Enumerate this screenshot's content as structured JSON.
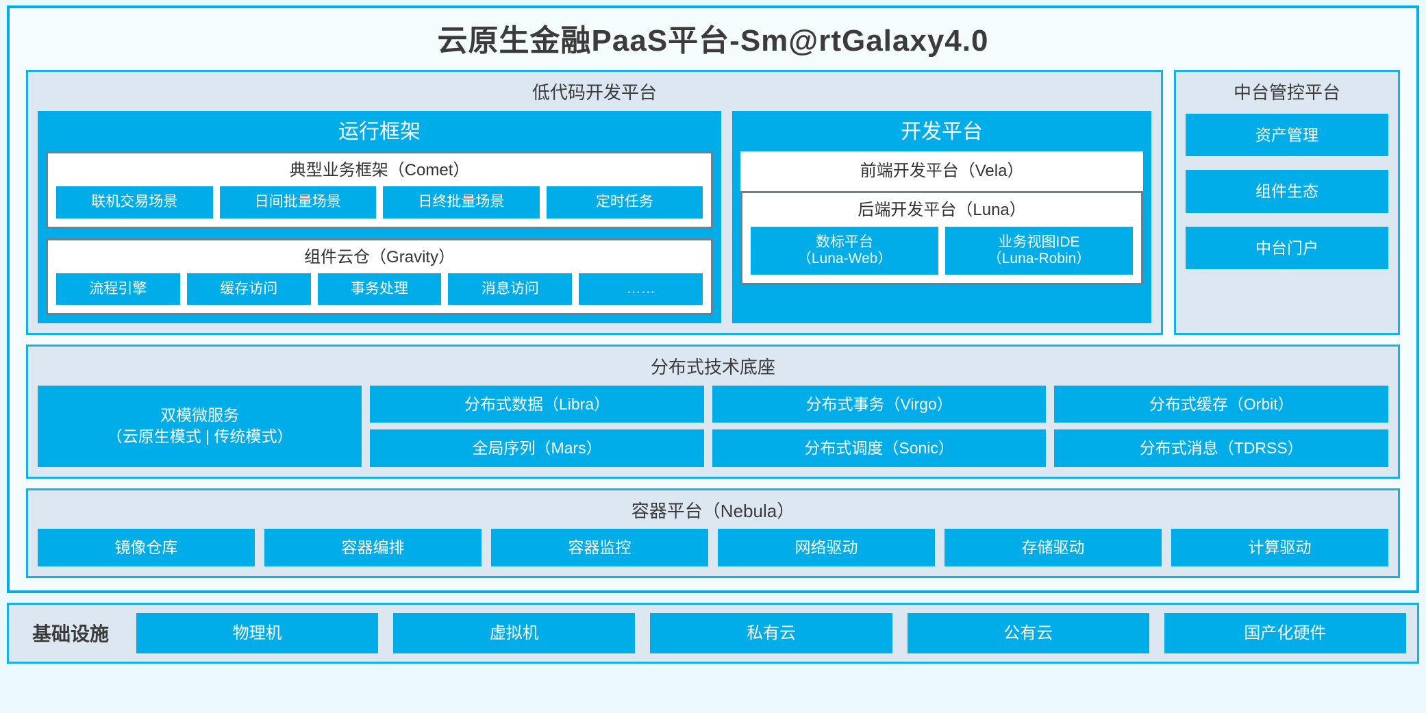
{
  "title": "云原生金融PaaS平台-Sm@rtGalaxy4.0",
  "colors": {
    "accent": "#00ade8",
    "panel_border": "#17b1ea",
    "panel_bg": "#dde7f2",
    "group_border": "#6f7f90",
    "page_bg": "#ebf8fc",
    "card_bg": "#f5fcfe",
    "text": "#333333"
  },
  "lowcode": {
    "title": "低代码开发平台",
    "runtime": {
      "title": "运行框架",
      "comet": {
        "title": "典型业务框架（Comet）",
        "items": [
          "联机交易场景",
          "日间批量场景",
          "日终批量场景",
          "定时任务"
        ]
      },
      "gravity": {
        "title": "组件云仓（Gravity）",
        "items": [
          "流程引擎",
          "缓存访问",
          "事务处理",
          "消息访问",
          "……"
        ]
      }
    },
    "devplatform": {
      "title": "开发平台",
      "frontend": "前端开发平台（Vela）",
      "backend": {
        "title": "后端开发平台（Luna）",
        "items": [
          {
            "line1": "数标平台",
            "line2": "（Luna-Web）"
          },
          {
            "line1": "业务视图IDE",
            "line2": "（Luna-Robin）"
          }
        ]
      }
    }
  },
  "midoffice": {
    "title": "中台管控平台",
    "items": [
      "资产管理",
      "组件生态",
      "中台门户"
    ]
  },
  "techbase": {
    "title": "分布式技术底座",
    "microservice": {
      "line1": "双模微服务",
      "line2": "（云原生模式 | 传统模式）"
    },
    "columns": [
      [
        "分布式数据（Libra）",
        "全局序列（Mars）"
      ],
      [
        "分布式事务（Virgo）",
        "分布式调度（Sonic）"
      ],
      [
        "分布式缓存（Orbit）",
        "分布式消息（TDRSS）"
      ]
    ]
  },
  "container": {
    "title": "容器平台（Nebula）",
    "items": [
      "镜像仓库",
      "容器编排",
      "容器监控",
      "网络驱动",
      "存储驱动",
      "计算驱动"
    ]
  },
  "infrastructure": {
    "label": "基础设施",
    "items": [
      "物理机",
      "虚拟机",
      "私有云",
      "公有云",
      "国产化硬件"
    ]
  }
}
